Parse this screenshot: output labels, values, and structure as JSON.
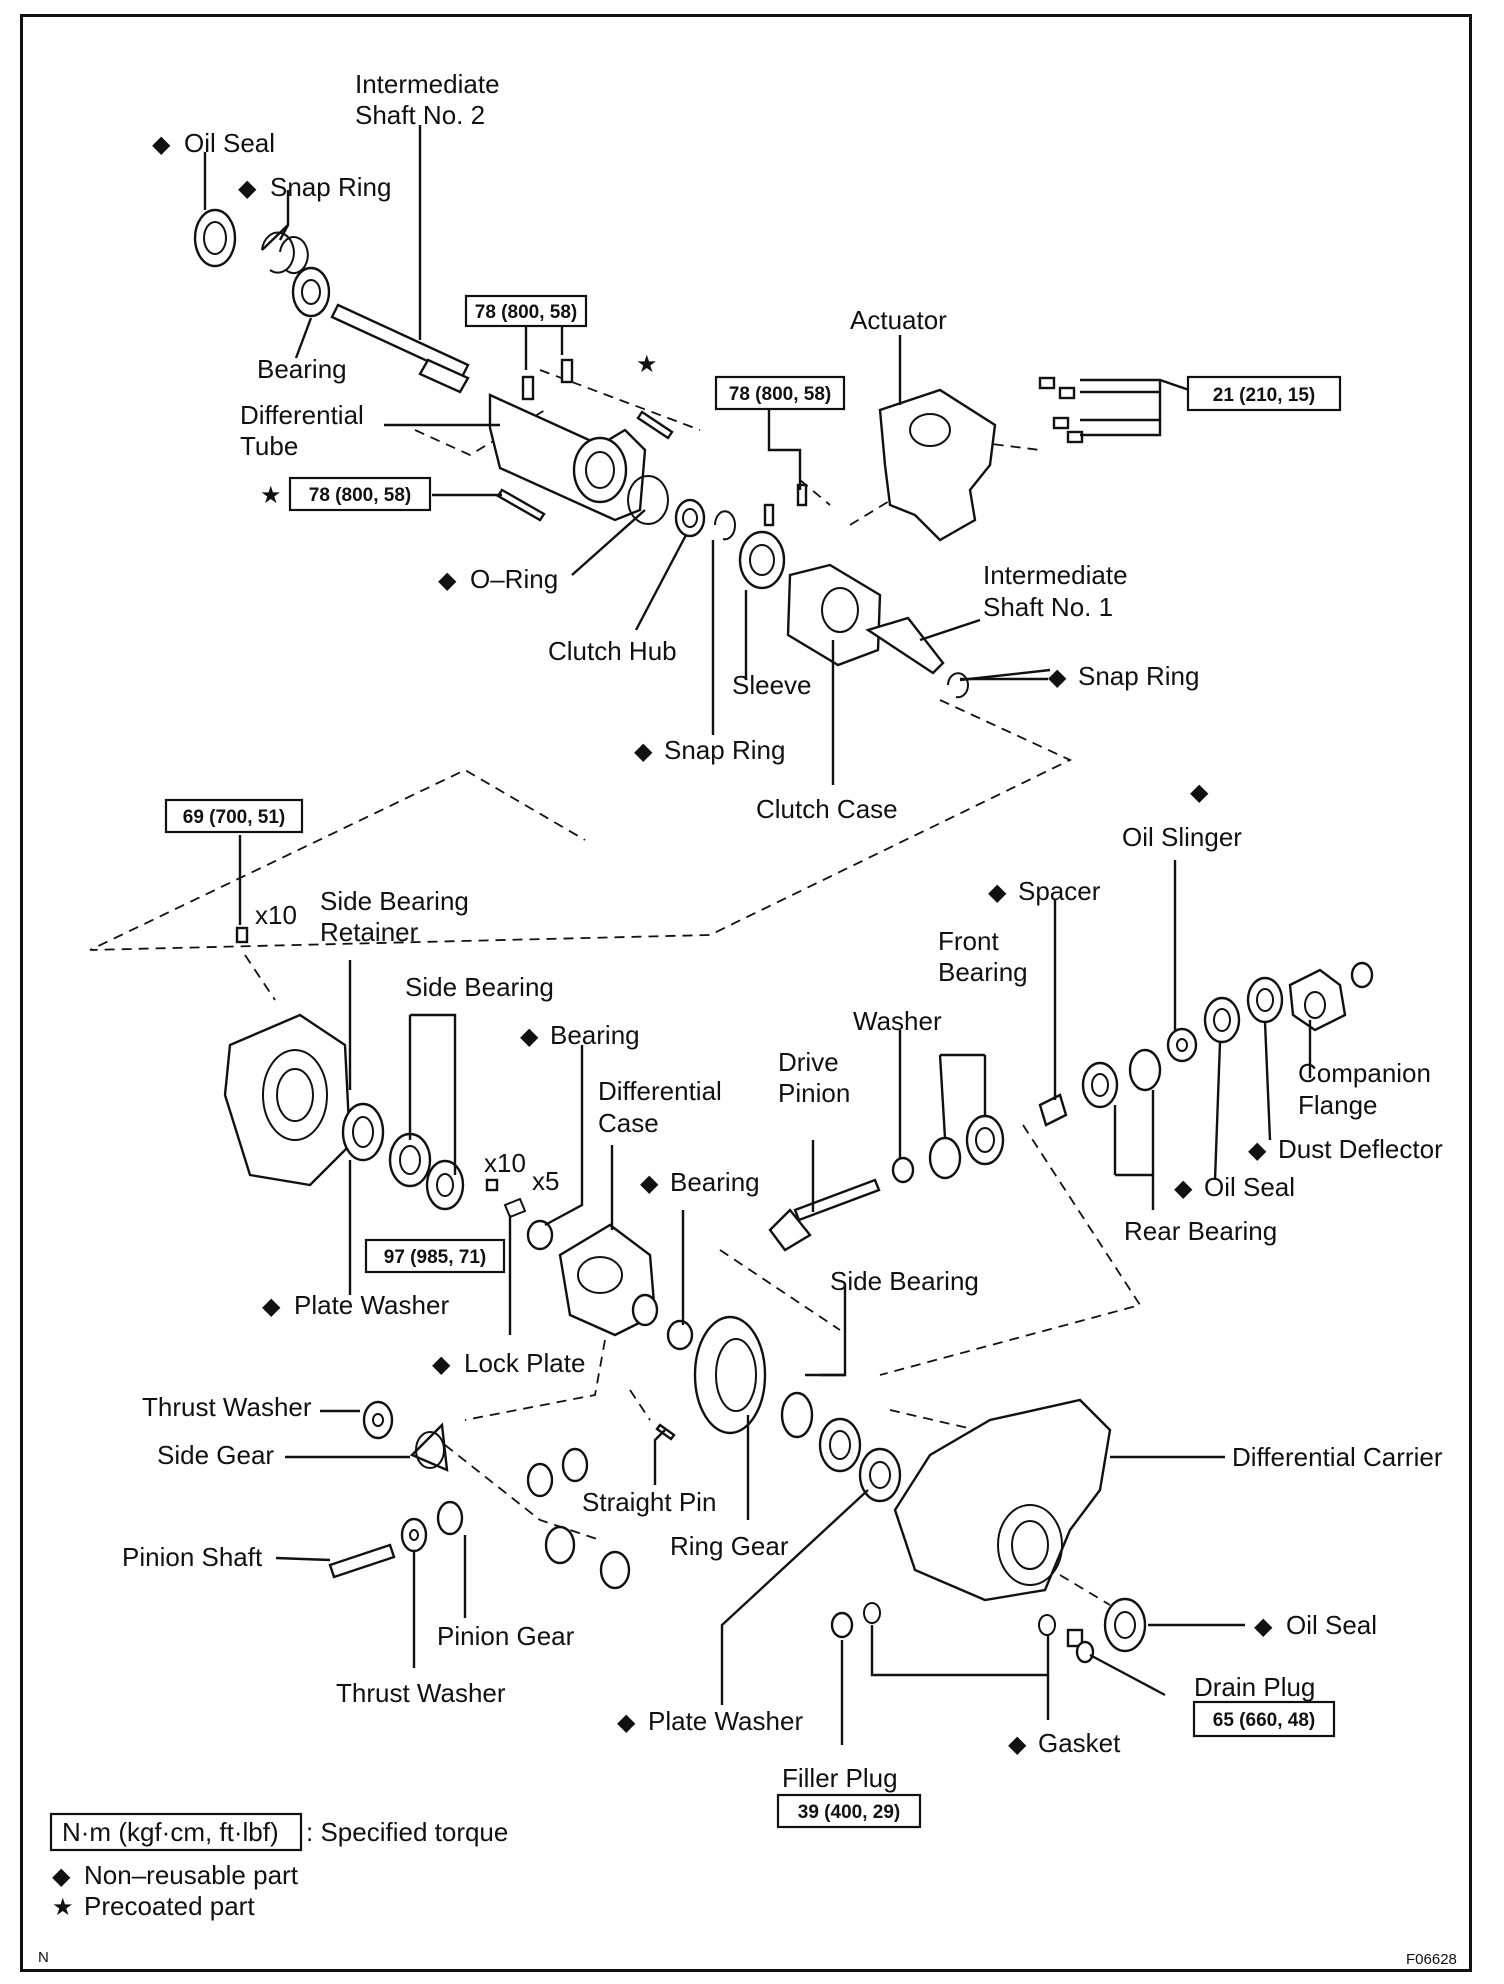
{
  "labels": {
    "oil_seal_top": "Oil Seal",
    "snap_ring_top": "Snap Ring",
    "intermediate_shaft_2_line1": "Intermediate",
    "intermediate_shaft_2_line2": "Shaft No. 2",
    "bearing_top": "Bearing",
    "differential_tube_line1": "Differential",
    "differential_tube_line2": "Tube",
    "actuator": "Actuator",
    "o_ring": "O–Ring",
    "clutch_hub": "Clutch Hub",
    "sleeve": "Sleeve",
    "snap_ring_mid": "Snap Ring",
    "clutch_case": "Clutch Case",
    "intermediate_shaft_1_line1": "Intermediate",
    "intermediate_shaft_1_line2": "Shaft No. 1",
    "snap_ring_right": "Snap Ring",
    "oil_slinger": "Oil Slinger",
    "spacer": "Spacer",
    "front_bearing_line1": "Front",
    "front_bearing_line2": "Bearing",
    "washer": "Washer",
    "drive_pinion_line1": "Drive",
    "drive_pinion_line2": "Pinion",
    "companion_flange_line1": "Companion",
    "companion_flange_line2": "Flange",
    "dust_deflector": "Dust Deflector",
    "oil_seal_right": "Oil Seal",
    "rear_bearing": "Rear Bearing",
    "side_bearing_retainer_line1": "Side Bearing",
    "side_bearing_retainer_line2": "Retainer",
    "side_bearing_left": "Side Bearing",
    "bearing_mid": "Bearing",
    "differential_case_line1": "Differential",
    "differential_case_line2": "Case",
    "bearing_low": "Bearing",
    "x10_a": "x10",
    "x10_b": "x10",
    "x5": "x5",
    "plate_washer_left": "Plate Washer",
    "lock_plate": "Lock Plate",
    "side_bearing_right": "Side Bearing",
    "thrust_washer_top": "Thrust Washer",
    "side_gear": "Side Gear",
    "straight_pin": "Straight Pin",
    "ring_gear": "Ring Gear",
    "differential_carrier": "Differential Carrier",
    "pinion_shaft": "Pinion Shaft",
    "pinion_gear": "Pinion Gear",
    "thrust_washer_bottom": "Thrust Washer",
    "oil_seal_carrier": "Oil Seal",
    "drain_plug": "Drain Plug",
    "plate_washer_right": "Plate Washer",
    "gasket": "Gasket",
    "filler_plug": "Filler Plug"
  },
  "torques": {
    "t_tube_top": "78 (800, 58)",
    "t_tube_left": "78 (800, 58)",
    "t_clutch_case": "78 (800, 58)",
    "t_actuator": "21 (210, 15)",
    "t_retainer": "69 (700, 51)",
    "t_ring_gear": "97 (985, 71)",
    "t_drain_plug": "65 (660, 48)",
    "t_filler_plug": "39 (400, 29)"
  },
  "legend": {
    "torque_box": "N·m (kgf·cm, ft·lbf)",
    "torque_text": ": Specified torque",
    "non_reusable": "Non–reusable part",
    "precoated": "Precoated part"
  },
  "symbols": {
    "diamond": "◆",
    "star": "★"
  },
  "corner": {
    "left": "N",
    "right": "F06628"
  }
}
